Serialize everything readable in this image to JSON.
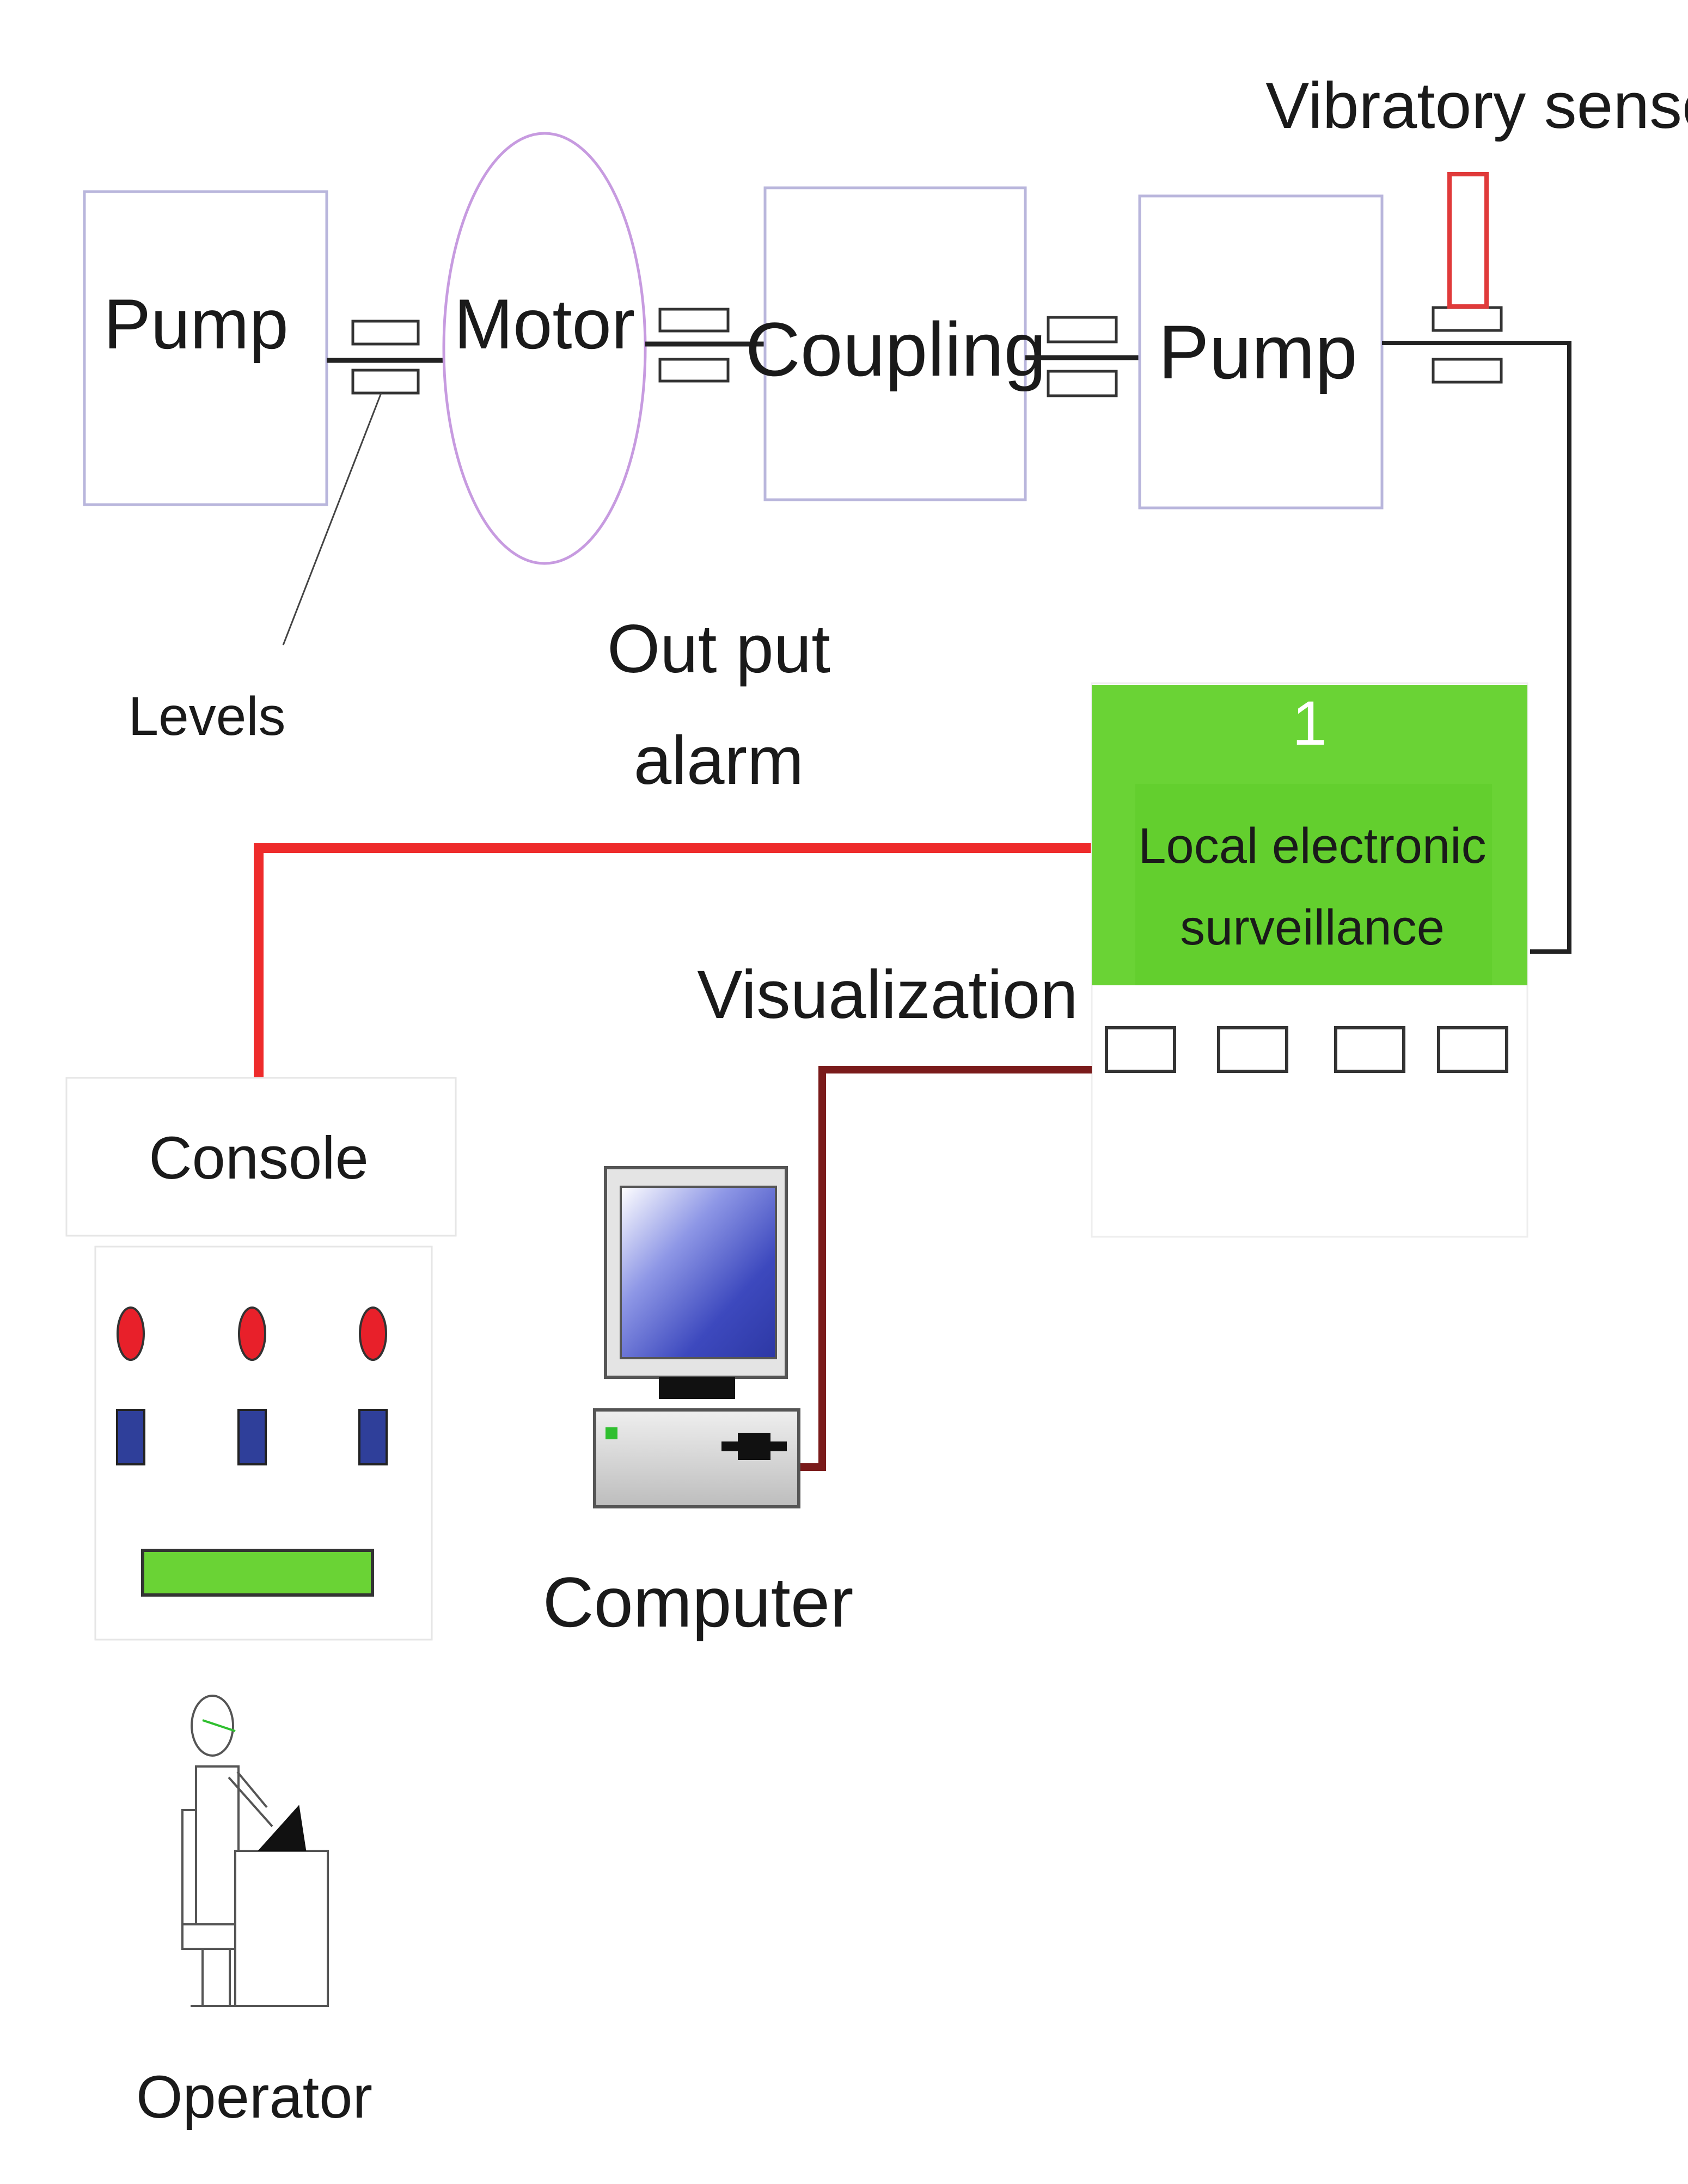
{
  "labels": {
    "vibratory_sensor": "Vibratory sensor",
    "pump_left": "Pump",
    "motor": "Motor",
    "coupling": "Coupling",
    "pump_right": "Pump",
    "levels": "Levels",
    "output_alarm_line1": "Out put",
    "output_alarm_line2": "alarm",
    "surveillance_number": "1",
    "surveillance_line1": "Local electronic",
    "surveillance_line2": "surveillance",
    "visualization": "Visualization",
    "console": "Console",
    "computer": "Computer",
    "operator": "Operator"
  },
  "colors": {
    "alarm_line": "#ee2b2b",
    "visualization_line": "#7a1b1b",
    "surveillance_fill": "#6ad335",
    "box_border": "#b9b6dc",
    "motor_border": "#c79be0",
    "sensor": "#e03a3a",
    "indicator_lamp": "#e8202a",
    "console_button": "#2f3f9a",
    "console_bar": "#6ad335"
  },
  "console": {
    "lamps": 3,
    "buttons": 3
  },
  "surveillance": {
    "slots": 4
  }
}
